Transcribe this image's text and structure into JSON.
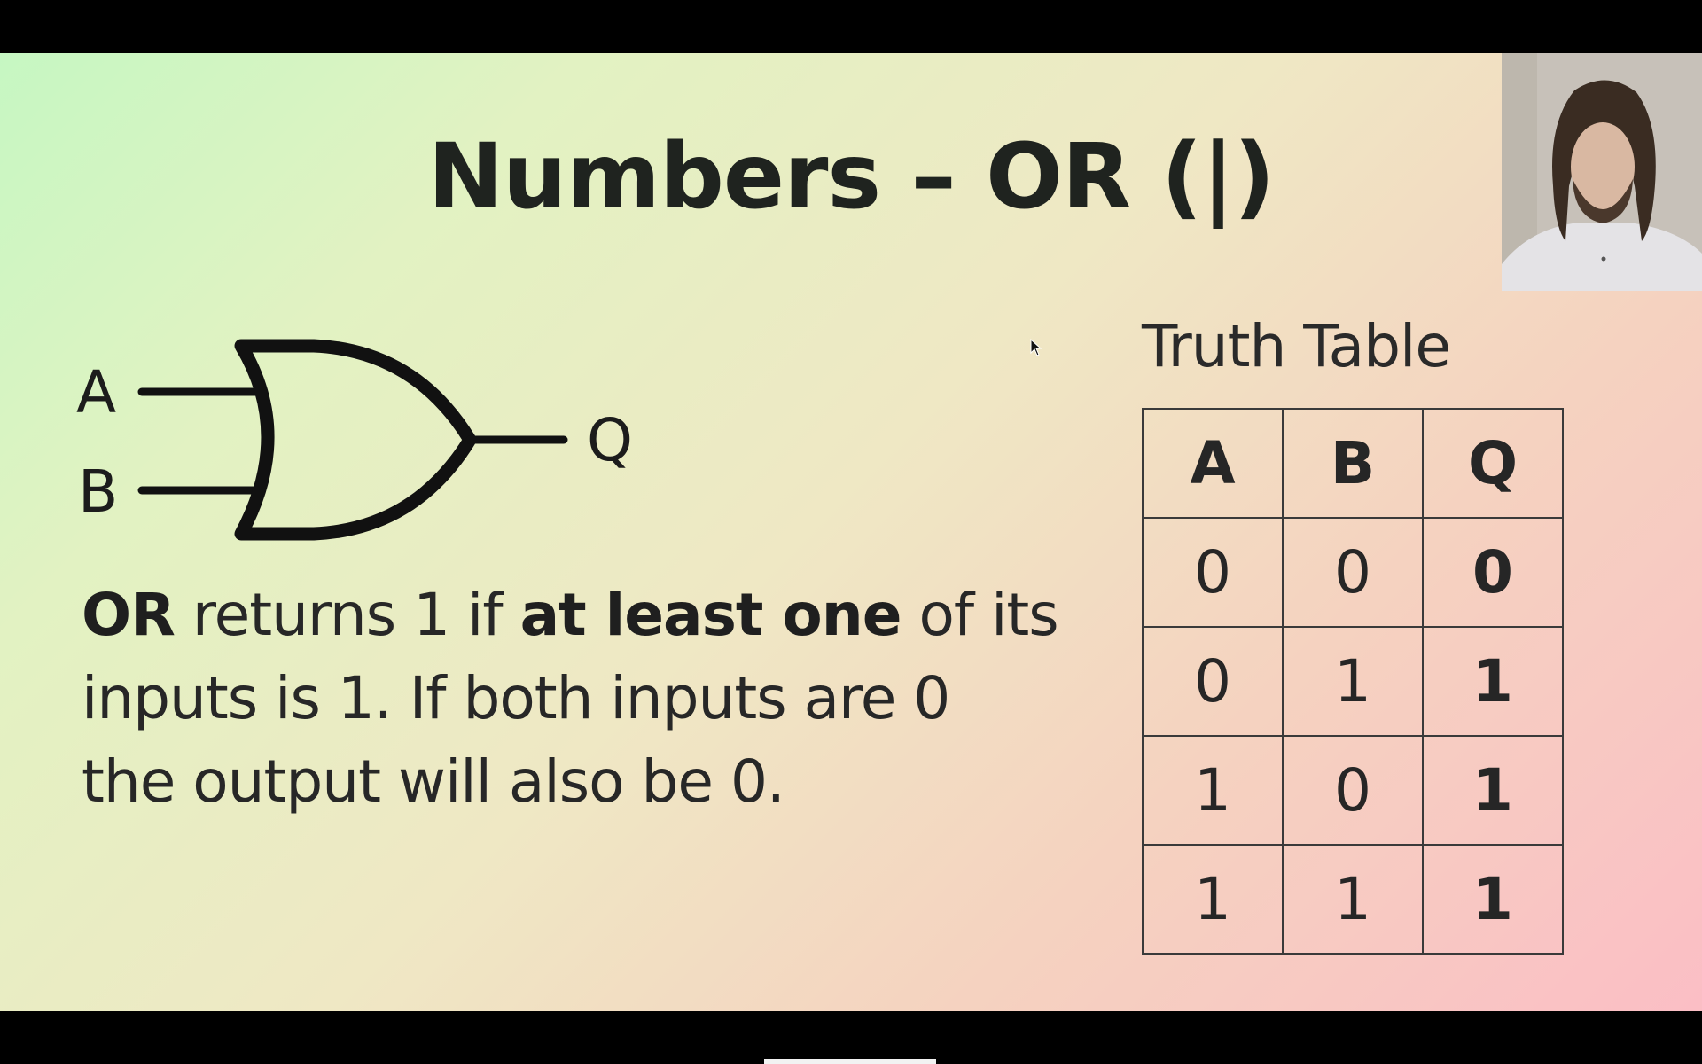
{
  "slide": {
    "title": "Numbers – OR (|)",
    "gate": {
      "input_a": "A",
      "input_b": "B",
      "output": "Q"
    },
    "description": {
      "line1_bold_start": "OR",
      "line1_mid": " returns 1 if ",
      "line1_bold_mid": "at least one",
      "line1_end": " of its",
      "line2": "inputs is 1. If both inputs are 0",
      "line3": "the output will also be 0."
    },
    "truth_table": {
      "heading": "Truth Table",
      "headers": [
        "A",
        "B",
        "Q"
      ],
      "rows": [
        [
          "0",
          "0",
          "0"
        ],
        [
          "0",
          "1",
          "1"
        ],
        [
          "1",
          "0",
          "1"
        ],
        [
          "1",
          "1",
          "1"
        ]
      ]
    }
  },
  "colors": {
    "gradient_start": "#c6f7c2",
    "gradient_mid": "#efe8c4",
    "gradient_end": "#fbbec5",
    "text": "#1f231f",
    "letterbox": "#000000"
  },
  "icons": {
    "gate": "or-gate-icon",
    "cursor": "mouse-pointer-icon",
    "webcam": "presenter-webcam"
  }
}
